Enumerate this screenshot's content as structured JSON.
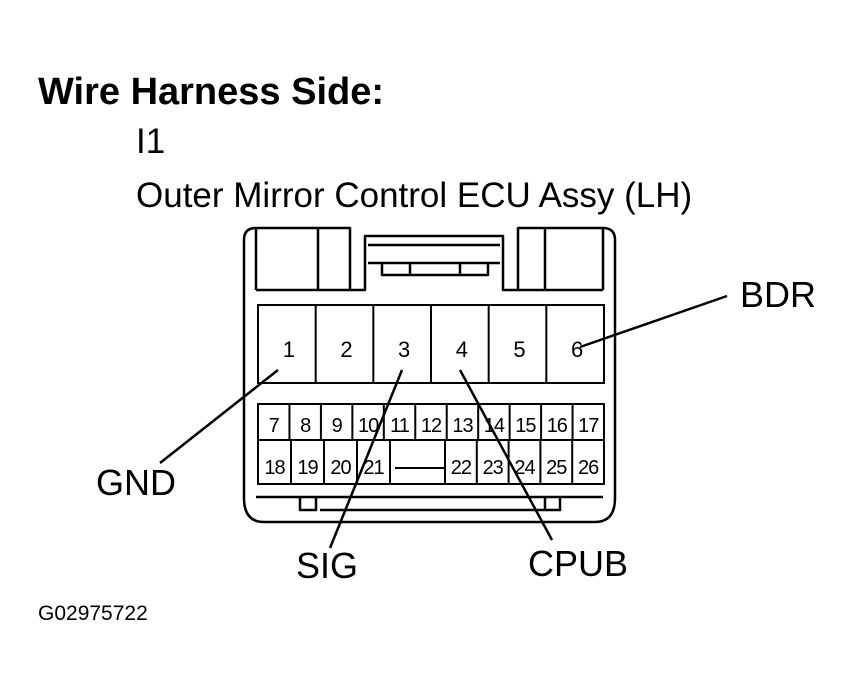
{
  "header": {
    "title": "Wire Harness Side:",
    "connector_id": "I1",
    "connector_name": "Outer Mirror Control ECU Assy (LH)"
  },
  "connector": {
    "top_row_pins": [
      "1",
      "2",
      "3",
      "4",
      "5",
      "6"
    ],
    "middle_row_pins": [
      "7",
      "8",
      "9",
      "10",
      "11",
      "12",
      "13",
      "14",
      "15",
      "16",
      "17"
    ],
    "bottom_row_left_pins": [
      "18",
      "19",
      "20",
      "21"
    ],
    "bottom_row_right_pins": [
      "22",
      "23",
      "24",
      "25",
      "26"
    ]
  },
  "callouts": {
    "gnd": "GND",
    "sig": "SIG",
    "cpub": "CPUB",
    "bdr": "BDR"
  },
  "footer": {
    "figure_code": "G02975722"
  }
}
